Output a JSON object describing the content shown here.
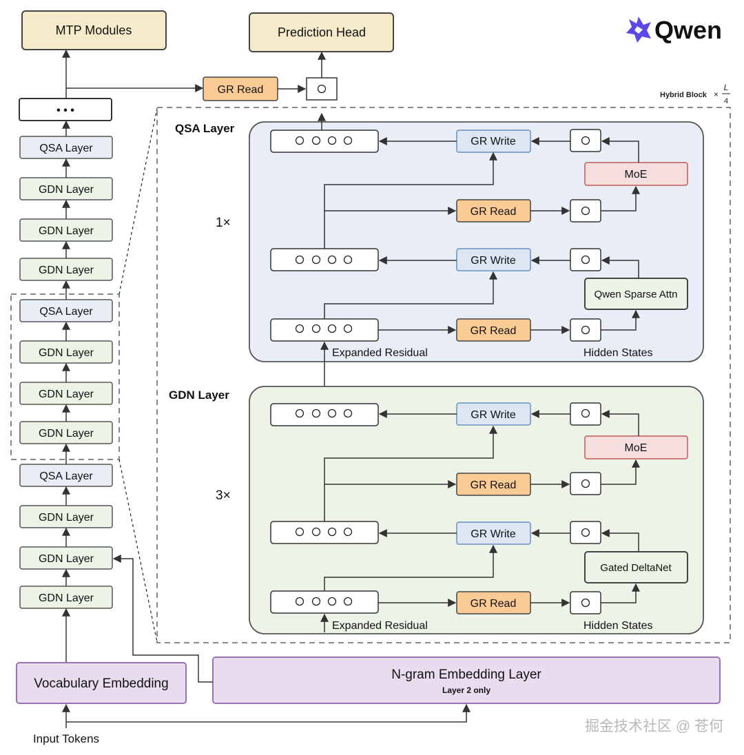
{
  "header": {
    "mtp_modules": "MTP Modules",
    "prediction_head": "Prediction Head",
    "brand": "Qwen",
    "hybrid_block": "Hybrid Block",
    "hybrid_block_mult": "×",
    "hybrid_block_num": "L",
    "hybrid_block_den": "4"
  },
  "stack": {
    "ellipsis": "• • •",
    "layers": [
      "QSA Layer",
      "GDN Layer",
      "GDN Layer",
      "GDN Layer",
      "QSA Layer",
      "GDN Layer",
      "GDN Layer",
      "GDN Layer",
      "QSA Layer",
      "GDN Layer",
      "GDN Layer",
      "GDN Layer"
    ]
  },
  "top_gr_read": "GR Read",
  "qsa": {
    "title": "QSA Layer",
    "repeat": "1×",
    "gr_write": "GR Write",
    "gr_read": "GR Read",
    "moe": "MoE",
    "attn": "Qwen Sparse Attn",
    "expanded_residual": "Expanded Residual",
    "hidden_states": "Hidden States"
  },
  "gdn": {
    "title": "GDN Layer",
    "repeat": "3×",
    "gr_write": "GR Write",
    "gr_read": "GR Read",
    "moe": "MoE",
    "attn": "Gated DeltaNet",
    "expanded_residual": "Expanded Residual",
    "hidden_states": "Hidden States"
  },
  "bottom": {
    "vocab_embedding": "Vocabulary Embedding",
    "ngram_embedding": "N-gram Embedding Layer",
    "ngram_note": "Layer 2 only",
    "input_tokens": "Input Tokens"
  },
  "watermark": "掘金技术社区 @ 苍何",
  "colors": {
    "module_fill": "#f5ebcb",
    "layer_qsa_fill": "#e9edf5",
    "layer_gdn_fill": "#edf3e6",
    "gr_read_fill": "#fbcb95",
    "gr_write_fill": "#dde7f4",
    "moe_fill": "#f6dede",
    "embed_fill": "#e8dcee",
    "qsa_panel": "#e9edf5",
    "gdn_panel": "#edf3e6",
    "brand": "#5b48e6"
  }
}
